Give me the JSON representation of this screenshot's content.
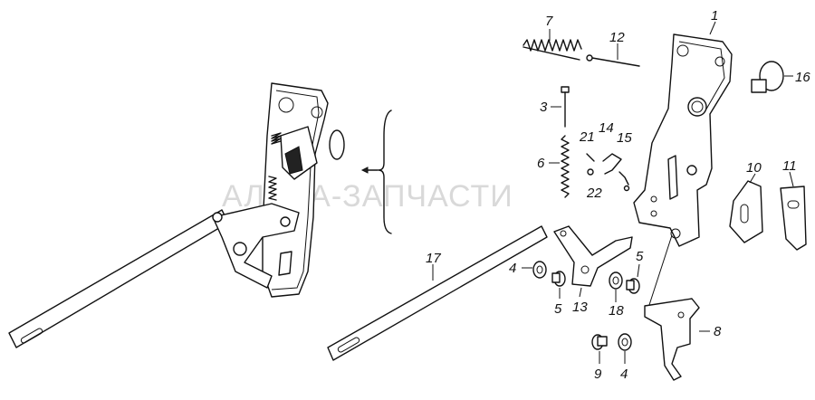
{
  "watermark": "АЛЬФА-ЗАПЧАСТИ",
  "callouts": {
    "c1": "1",
    "c3": "3",
    "c4a": "4",
    "c4b": "4",
    "c5a": "5",
    "c5b": "5",
    "c6": "6",
    "c7": "7",
    "c8": "8",
    "c9": "9",
    "c10": "10",
    "c11": "11",
    "c12": "12",
    "c13": "13",
    "c14": "14",
    "c15": "15",
    "c16": "16",
    "c17": "17",
    "c18": "18",
    "c21": "21",
    "c22": "22"
  }
}
